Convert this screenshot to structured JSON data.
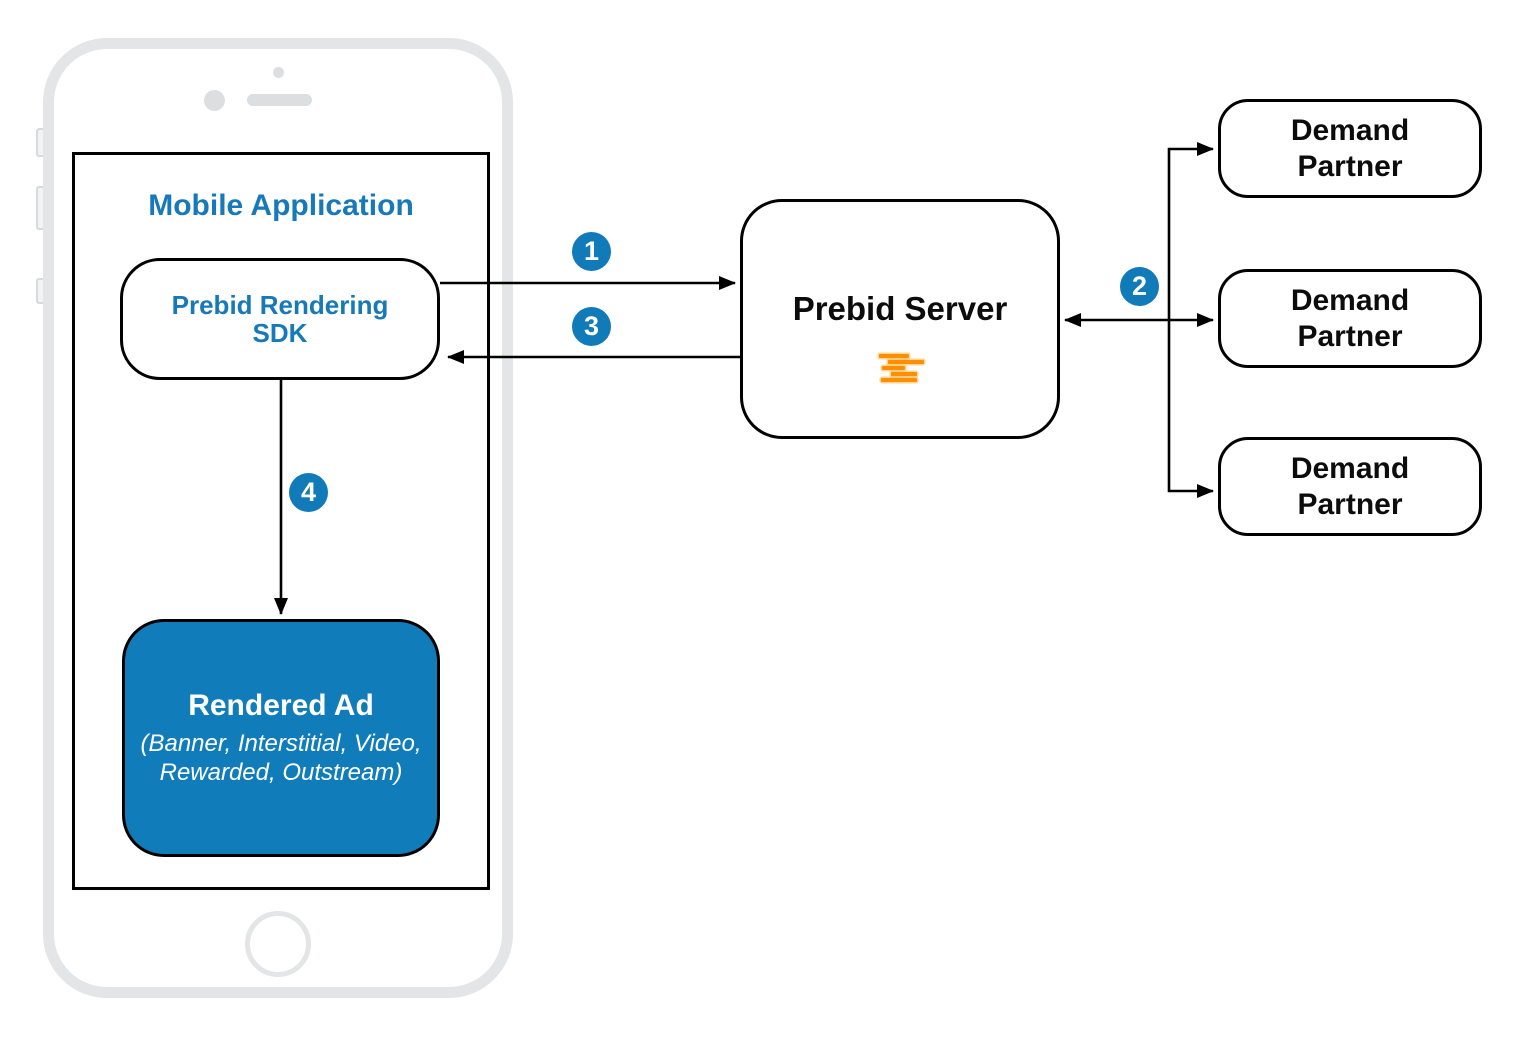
{
  "mobile_application": {
    "title": "Mobile Application"
  },
  "sdk": {
    "line1": "Prebid Rendering",
    "line2": "SDK"
  },
  "rendered_ad": {
    "title": "Rendered Ad",
    "subtitle1": "(Banner, Interstitial, Video,",
    "subtitle2": "Rewarded, Outstream)"
  },
  "prebid_server": {
    "title": "Prebid Server",
    "logo": "prebid-orange-lines-logo"
  },
  "demand_partners": [
    {
      "line1": "Demand",
      "line2": "Partner"
    },
    {
      "line1": "Demand",
      "line2": "Partner"
    },
    {
      "line1": "Demand",
      "line2": "Partner"
    }
  ],
  "steps": {
    "one": "1",
    "two": "2",
    "three": "3",
    "four": "4"
  },
  "colors": {
    "accent_blue": "#117AB8",
    "rendered_ad_fill": "#117CBA",
    "logo_orange": "#FF8F00",
    "phone_frame_gray": "#E3E5E6",
    "line_black": "#000000"
  }
}
